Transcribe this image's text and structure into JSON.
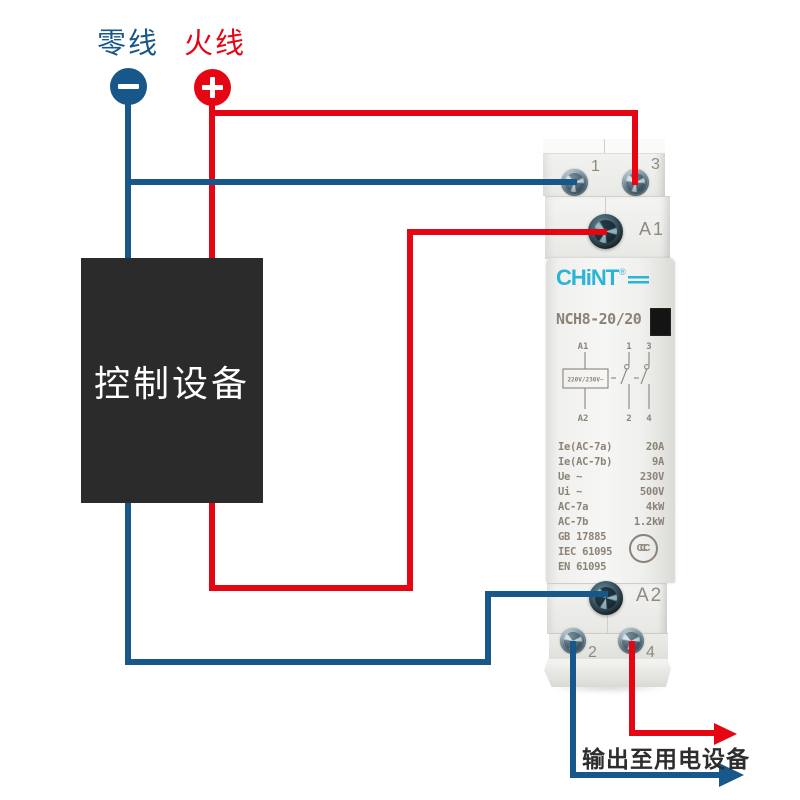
{
  "colors": {
    "wire_blue": "#17578a",
    "wire_red": "#e60613",
    "box_bg": "#2b2b2b",
    "brand_cyan": "#2ab5d8",
    "device_text": "#8c8376"
  },
  "legend": {
    "neutral_label": "零线",
    "live_label": "火线",
    "minus_symbol": "−",
    "plus_symbol": "+"
  },
  "control_box": {
    "label": "控制设备"
  },
  "output": {
    "label": "输出至用电设备"
  },
  "contactor": {
    "brand": "CHiNT",
    "brand_reg": "®",
    "model": "NCH8-20/20",
    "terminals": {
      "top": [
        "1",
        "3"
      ],
      "coil_top": "A1",
      "coil_bottom": "A2",
      "bottom": [
        "2",
        "4"
      ]
    },
    "schematic": {
      "coil_top": "A1",
      "coil_bottom": "A2",
      "coil_voltage": "220V/230V~",
      "pole1_top": "1",
      "pole1_bottom": "2",
      "pole2_top": "3",
      "pole2_bottom": "4"
    },
    "specs": [
      {
        "k": "Ie(AC-7a)",
        "v": "20A"
      },
      {
        "k": "Ie(AC-7b)",
        "v": "9A"
      },
      {
        "k": "Ue ~",
        "v": "230V"
      },
      {
        "k": "Ui ~",
        "v": "500V"
      },
      {
        "k": "AC-7a",
        "v": "4kW"
      },
      {
        "k": "AC-7b",
        "v": "1.2kW"
      }
    ],
    "standards": [
      "GB 17885",
      "IEC 61095",
      "EN 61095"
    ],
    "cert_mark": "CCC"
  }
}
